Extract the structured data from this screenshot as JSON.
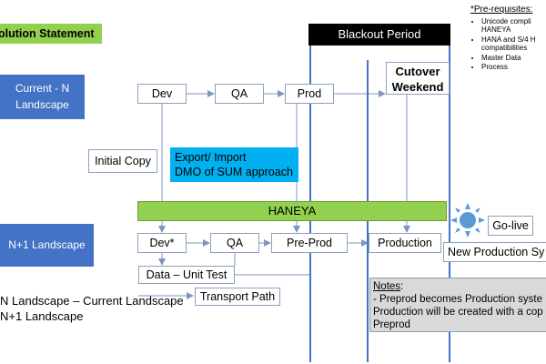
{
  "title": {
    "solution_statement": "olution Statement",
    "blackout": "Blackout Period"
  },
  "landscapes": {
    "current": [
      "Current - N",
      "Landscape"
    ],
    "next": "N+1 Landscape"
  },
  "top_row": {
    "dev": "Dev",
    "qa": "QA",
    "prod": "Prod",
    "cutover": [
      "Cutover",
      "Weekend"
    ]
  },
  "prerequisites": {
    "title": "*Pre-requisites:",
    "items": [
      "Unicode compli",
      "HANEYA",
      "HANA and S/4 H",
      "compatibilities",
      "Master Data",
      "Process"
    ]
  },
  "initial_copy": "Initial Copy",
  "export_import": [
    "Export/ Import",
    "DMO of SUM approach"
  ],
  "haneya_bar": "HANEYA",
  "bottom_row": {
    "dev": "Dev*",
    "qa": "QA",
    "preprod": "Pre-Prod",
    "production": "Production"
  },
  "go_live": "Go-live",
  "new_production": "New Production Sy",
  "data_unit_test": "Data – Unit Test",
  "transport_path": "Transport Path",
  "notes": {
    "title": "Notes",
    "title_suffix": ":",
    "lines": [
      "- Preprod becomes Production syste",
      "Production will be created with a cop",
      "Preprod"
    ]
  },
  "legend": [
    "N Landscape – Current Landscape",
    "N+1 Landscape"
  ],
  "colors": {
    "green": "#92d050",
    "blue_box": "#4472c4",
    "cyan": "#00b0f0",
    "line_blue": "#4472c4",
    "notes_gray": "#d9d9d9",
    "sun": "#5b9bd5"
  },
  "icons": {
    "go_live": "sun-icon"
  }
}
